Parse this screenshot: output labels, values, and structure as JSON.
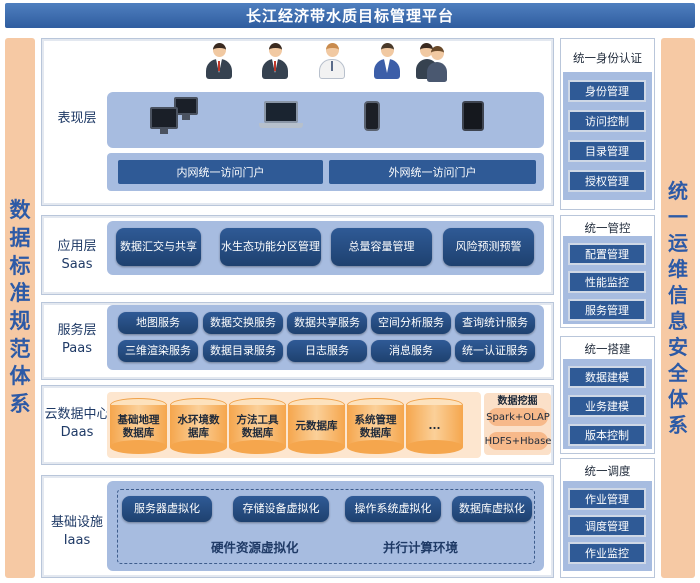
{
  "title": "长江经济带水质目标管理平台",
  "left_bar": [
    "数",
    "据",
    "标",
    "准",
    "规",
    "范",
    "体",
    "系"
  ],
  "right_bar": [
    "统",
    "一",
    "运",
    "维",
    "信",
    "息",
    "安",
    "全",
    "体",
    "系"
  ],
  "presentation": {
    "label": "表现层",
    "portals": [
      "内网统一访问门户",
      "外网统一访问门户"
    ]
  },
  "saas": {
    "label_cn": "应用层",
    "label_en": "Saas",
    "items": [
      "数据汇交与共享",
      "水生态功能分区管理",
      "总量容量管理",
      "风险预测预警"
    ]
  },
  "paas": {
    "label_cn": "服务层",
    "label_en": "Paas",
    "row1": [
      "地图服务",
      "数据交换服务",
      "数据共享服务",
      "空间分析服务",
      "查询统计服务"
    ],
    "row2": [
      "三维渲染服务",
      "数据目录服务",
      "日志服务",
      "消息服务",
      "统一认证服务"
    ]
  },
  "daas": {
    "label_cn": "云数据中心",
    "label_en": "Daas",
    "databases": [
      {
        "line1": "基础地理",
        "line2": "数据库"
      },
      {
        "line1": "水环境数",
        "line2": "据库"
      },
      {
        "line1": "方法工具",
        "line2": "数据库"
      },
      {
        "line1": "元数据库",
        "line2": ""
      },
      {
        "line1": "系统管理",
        "line2": "数据库"
      },
      {
        "line1": "...",
        "line2": ""
      }
    ],
    "mining": {
      "title": "数据挖掘",
      "items": [
        "Spark+OLAP",
        "HDFS+Hbase"
      ]
    }
  },
  "iaas": {
    "label_cn": "基础设施",
    "label_en": "Iaas",
    "items": [
      "服务器虚拟化",
      "存储设备虚拟化",
      "操作系统虚拟化",
      "数据库虚拟化"
    ],
    "bottom": [
      "硬件资源虚拟化",
      "并行计算环境"
    ]
  },
  "right_groups": [
    {
      "title": "统一身份认证",
      "items": [
        "身份管理",
        "访问控制",
        "目录管理",
        "授权管理"
      ]
    },
    {
      "title": "统一管控",
      "items": [
        "配置管理",
        "性能监控",
        "服务管理"
      ]
    },
    {
      "title": "统一搭建",
      "items": [
        "数据建模",
        "业务建模",
        "版本控制"
      ]
    },
    {
      "title": "统一调度",
      "items": [
        "作业管理",
        "调度管理",
        "作业监控"
      ]
    }
  ],
  "colors": {
    "dark_blue": "#2f5a96",
    "panel_blue": "#a7bce0",
    "side_orange": "#f6c9a4",
    "db_orange": "#f5a64d"
  }
}
